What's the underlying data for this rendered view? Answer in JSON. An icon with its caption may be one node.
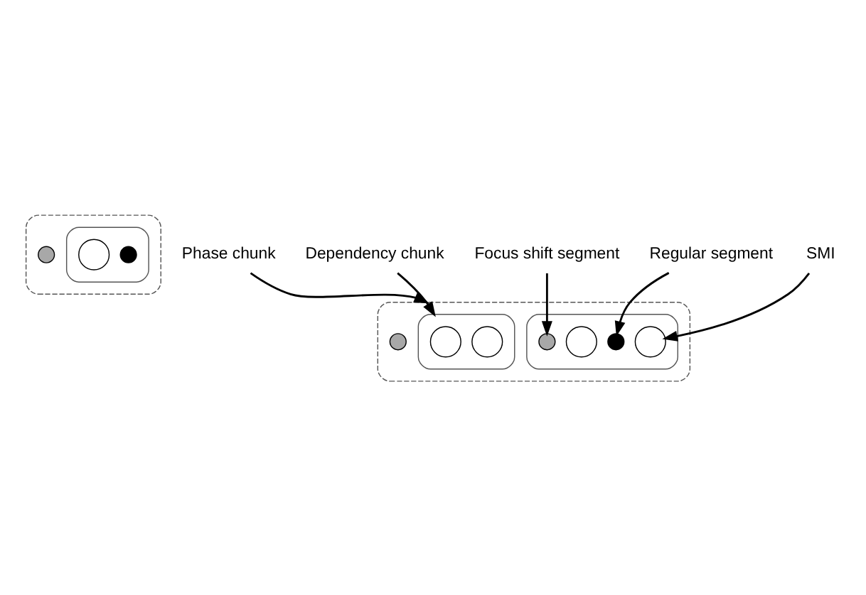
{
  "diagram": {
    "nodes": [
      {
        "text": [],
        "shape": "box"
      },
      {
        "text": [],
        "shape": "circle",
        "in": 0
      },
      {
        "text": [],
        "shape": "box",
        "in": 0
      },
      {
        "text": [],
        "shape": "circle",
        "in": 2
      },
      {
        "text": [],
        "shape": "circle",
        "in": 2
      },
      {
        "text": [
          "Dependency chunk"
        ]
      },
      {
        "text": [
          "Focus shift segment"
        ]
      },
      {
        "text": [],
        "shape": "box"
      },
      {
        "text": [],
        "shape": "box",
        "in": 7
      },
      {
        "text": [],
        "shape": "circle",
        "in": 8
      },
      {
        "text": [],
        "shape": "circle",
        "in": 8
      },
      {
        "text": [],
        "shape": "box",
        "in": 7
      },
      {
        "text": [],
        "shape": "circle",
        "in": 11
      },
      {
        "text": [],
        "shape": "circle",
        "in": 11
      },
      {
        "text": [],
        "shape": "circle",
        "in": 11
      },
      {
        "text": [],
        "shape": "circle",
        "in": 11
      },
      {
        "text": [
          "SMI"
        ]
      },
      {
        "text": [],
        "shape": "circle",
        "in": 7
      },
      {
        "text": [
          "Regular segment"
        ]
      },
      {
        "text": [
          "Phase chunk"
        ]
      }
    ],
    "edges": [
      {
        "from": 5,
        "to": 8,
        "arrow": "to"
      },
      {
        "from": 6,
        "to": 12,
        "arrow": "to"
      },
      {
        "from": 16,
        "to": 15,
        "arrow": "to"
      },
      {
        "from": 18,
        "to": 14,
        "arrow": "to"
      },
      {
        "from": 19,
        "to": 7,
        "arrow": "to"
      }
    ]
  }
}
